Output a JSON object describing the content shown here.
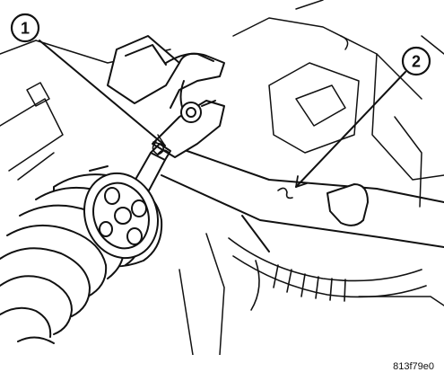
{
  "callouts": [
    {
      "label": "1"
    },
    {
      "label": "2"
    }
  ],
  "figure_id": "813f79e0"
}
